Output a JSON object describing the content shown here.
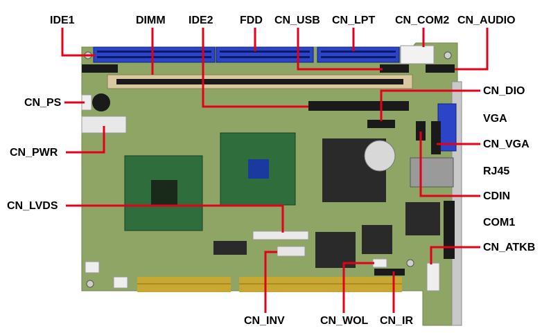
{
  "labels": {
    "ide1": "IDE1",
    "dimm": "DIMM",
    "ide2": "IDE2",
    "fdd": "FDD",
    "cn_usb": "CN_USB",
    "cn_lpt": "CN_LPT",
    "cn_com2": "CN_COM2",
    "cn_audio": "CN_AUDIO",
    "cn_ps": "CN_PS",
    "cn_dio": "CN_DIO",
    "vga": "VGA",
    "cn_pwr": "CN_PWR",
    "cn_vga": "CN_VGA",
    "rj45": "RJ45",
    "cdin": "CDIN",
    "cn_lvds": "CN_LVDS",
    "com1": "COM1",
    "cn_atkb": "CN_ATKB",
    "cn_inv": "CN_INV",
    "cn_wol": "CN_WOL",
    "cn_ir": "CN_IR"
  },
  "colors": {
    "pcb": "#8fa565",
    "leader": "#e3001b",
    "header_blue": "#2b44c8",
    "gold_finger": "#c8a830",
    "chip_dark": "#2a2a2a",
    "heatsink_green": "#2f6e3c"
  }
}
